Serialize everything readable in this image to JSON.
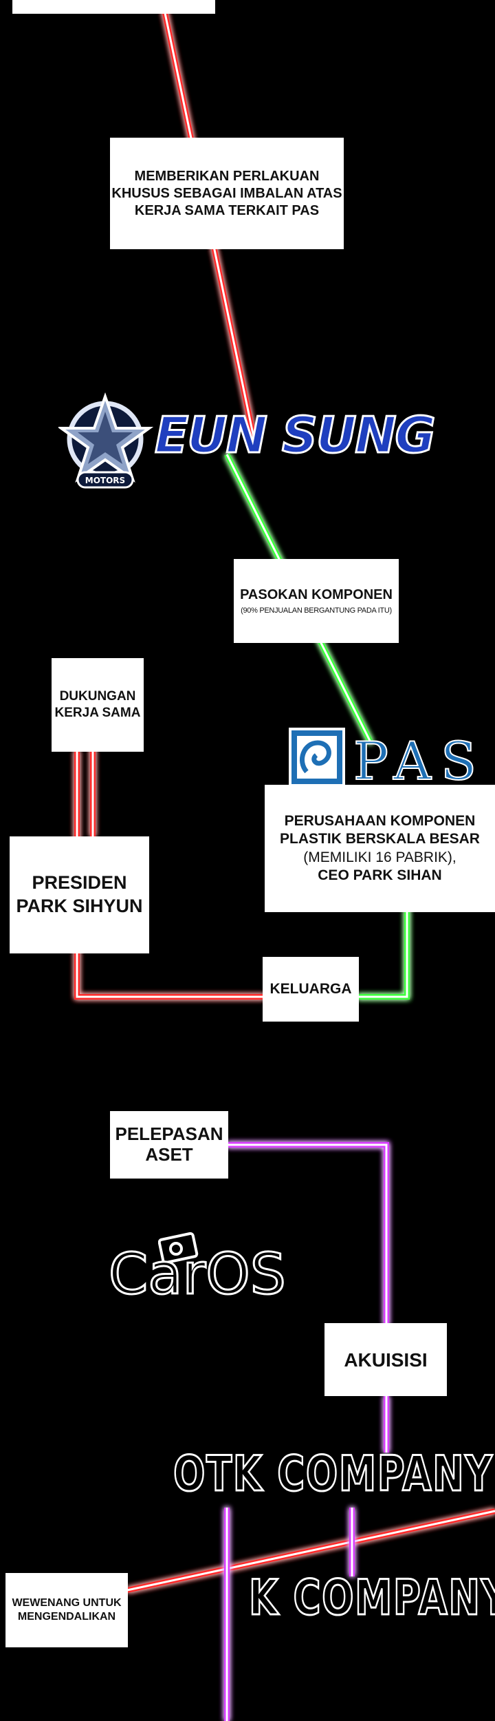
{
  "nodes": {
    "special_treatment": [
      "MEMBERIKAN PERLAKUAN",
      "KHUSUS SEBAGAI IMBALAN ATAS",
      "KERJA SAMA TERKAIT PAS"
    ],
    "eun_sung": {
      "logo_text": "EUN SUNG",
      "emblem_text": "MOTORS"
    },
    "component_supply": {
      "title": "PASOKAN KOMPONEN",
      "note": "(90% PENJUALAN BERGANTUNG PADA ITU)"
    },
    "cooperation_support": [
      "DUKUNGAN",
      "KERJA SAMA"
    ],
    "pas": {
      "logo_text": "PAS",
      "lines": [
        "PERUSAHAAN KOMPONEN",
        "PLASTIK BERSKALA BESAR"
      ],
      "factories": "(MEMILIKI 16 PABRIK),",
      "ceo": "CEO PARK SIHAN"
    },
    "president": [
      "PRESIDEN",
      "PARK SIHYUN"
    ],
    "family": "KELUARGA",
    "asset_release": [
      "PELEPASAN",
      "ASET"
    ],
    "caros": {
      "logo_text": "CarOS"
    },
    "acquisition": "AKUISISI",
    "otk_company": "OTK COMPANY",
    "k_company": "K COMPANY",
    "control_authority": [
      "WEWENANG UNTUK",
      "MENGENDALIKAN"
    ]
  },
  "colors": {
    "red": "#ff2a2a",
    "green": "#3dff3d",
    "blue": "#2a3cff",
    "purple": "#d83cff",
    "eun_sung_blue": "#1f3fbf",
    "pas_blue": "#1e6fb5"
  }
}
